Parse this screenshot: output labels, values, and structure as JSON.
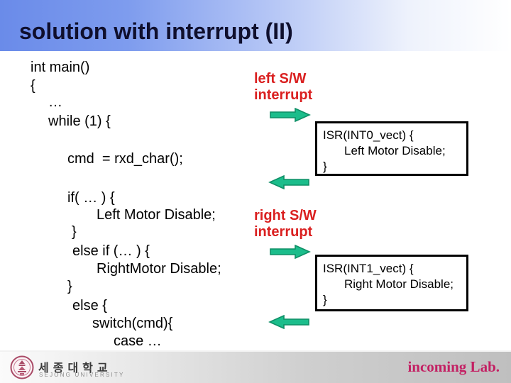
{
  "slide": {
    "title": "solution with interrupt (II)"
  },
  "code": {
    "lines": [
      "int main()",
      "{",
      "…",
      "while (1) {",
      "cmd  = rxd_char();",
      "if( … ) {",
      "Left Motor Disable;",
      "}",
      "else if (… ) {",
      "RightMotor Disable;",
      "}",
      "else {",
      "switch(cmd){",
      "case …"
    ]
  },
  "annotations": {
    "left_interrupt": "left S/W\ninterrupt",
    "right_interrupt": "right S/W\ninterrupt"
  },
  "isr_boxes": [
    {
      "lines": [
        "ISR(INT0_vect) {",
        "Left Motor Disable;",
        "}"
      ]
    },
    {
      "lines": [
        "ISR(INT1_vect) {",
        "Right Motor Disable;",
        "}"
      ]
    }
  ],
  "icons": {
    "arrow_right": "block-arrow-right",
    "arrow_left": "block-arrow-left",
    "seal": "sejong-university-seal"
  },
  "footer": {
    "university_kr": "세종대학교",
    "university_en": "SEJONG UNIVERSITY",
    "lab": "incoming Lab."
  },
  "colors": {
    "title_navy": "#0f0f2d",
    "accent_red": "#da2020",
    "arrow_green_fill": "#1bbd8b",
    "arrow_green_stroke": "#0e8f66",
    "lab_magenta": "#c32063",
    "titlebar_blue": "#6a8be9"
  }
}
